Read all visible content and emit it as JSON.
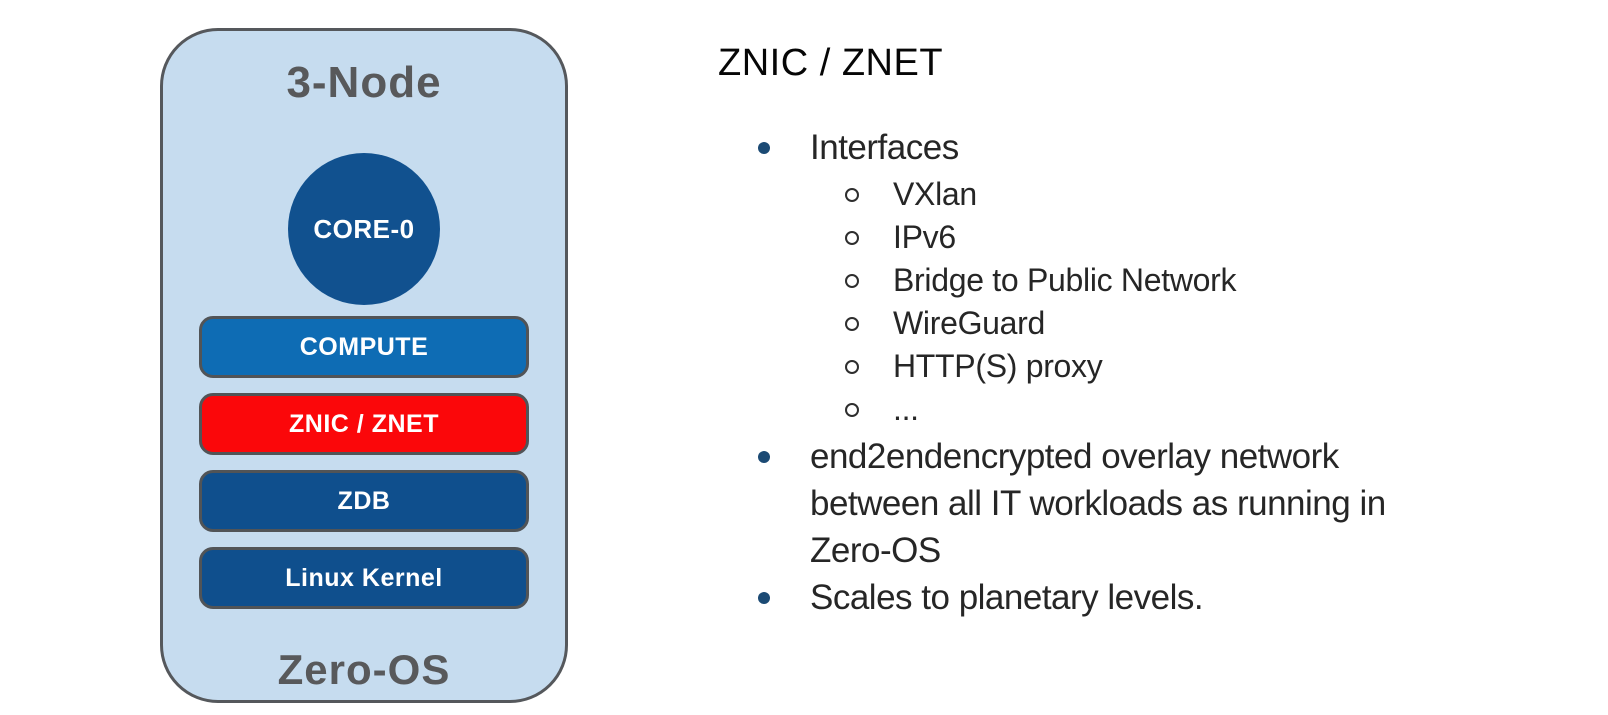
{
  "left_diagram": {
    "title": "3-Node",
    "footer": "Zero-OS",
    "panel_bg": "#c6dcef",
    "border_color": "#55585c",
    "label_color": "#58595b",
    "core": {
      "label": "CORE-0",
      "color": "#11518f"
    },
    "layers": [
      {
        "label": "COMPUTE",
        "color": "#0e6cb4"
      },
      {
        "label": "ZNIC / ZNET",
        "color": "#fb070a"
      },
      {
        "label": "ZDB",
        "color": "#0f4f8d"
      },
      {
        "label": "Linux Kernel",
        "color": "#0f4f8d"
      }
    ]
  },
  "right_content": {
    "heading": "ZNIC / ZNET",
    "bullet_dot_color": "#1b4a74",
    "text_color": "#262626",
    "bullets": [
      {
        "label": "Interfaces",
        "sub_items": [
          "VXlan",
          "IPv6",
          "Bridge to Public Network",
          "WireGuard",
          "HTTP(S) proxy",
          "..."
        ]
      },
      {
        "label": "end2endencrypted overlay network between all IT workloads as running in Zero-OS"
      },
      {
        "label": "Scales to planetary levels."
      }
    ]
  }
}
